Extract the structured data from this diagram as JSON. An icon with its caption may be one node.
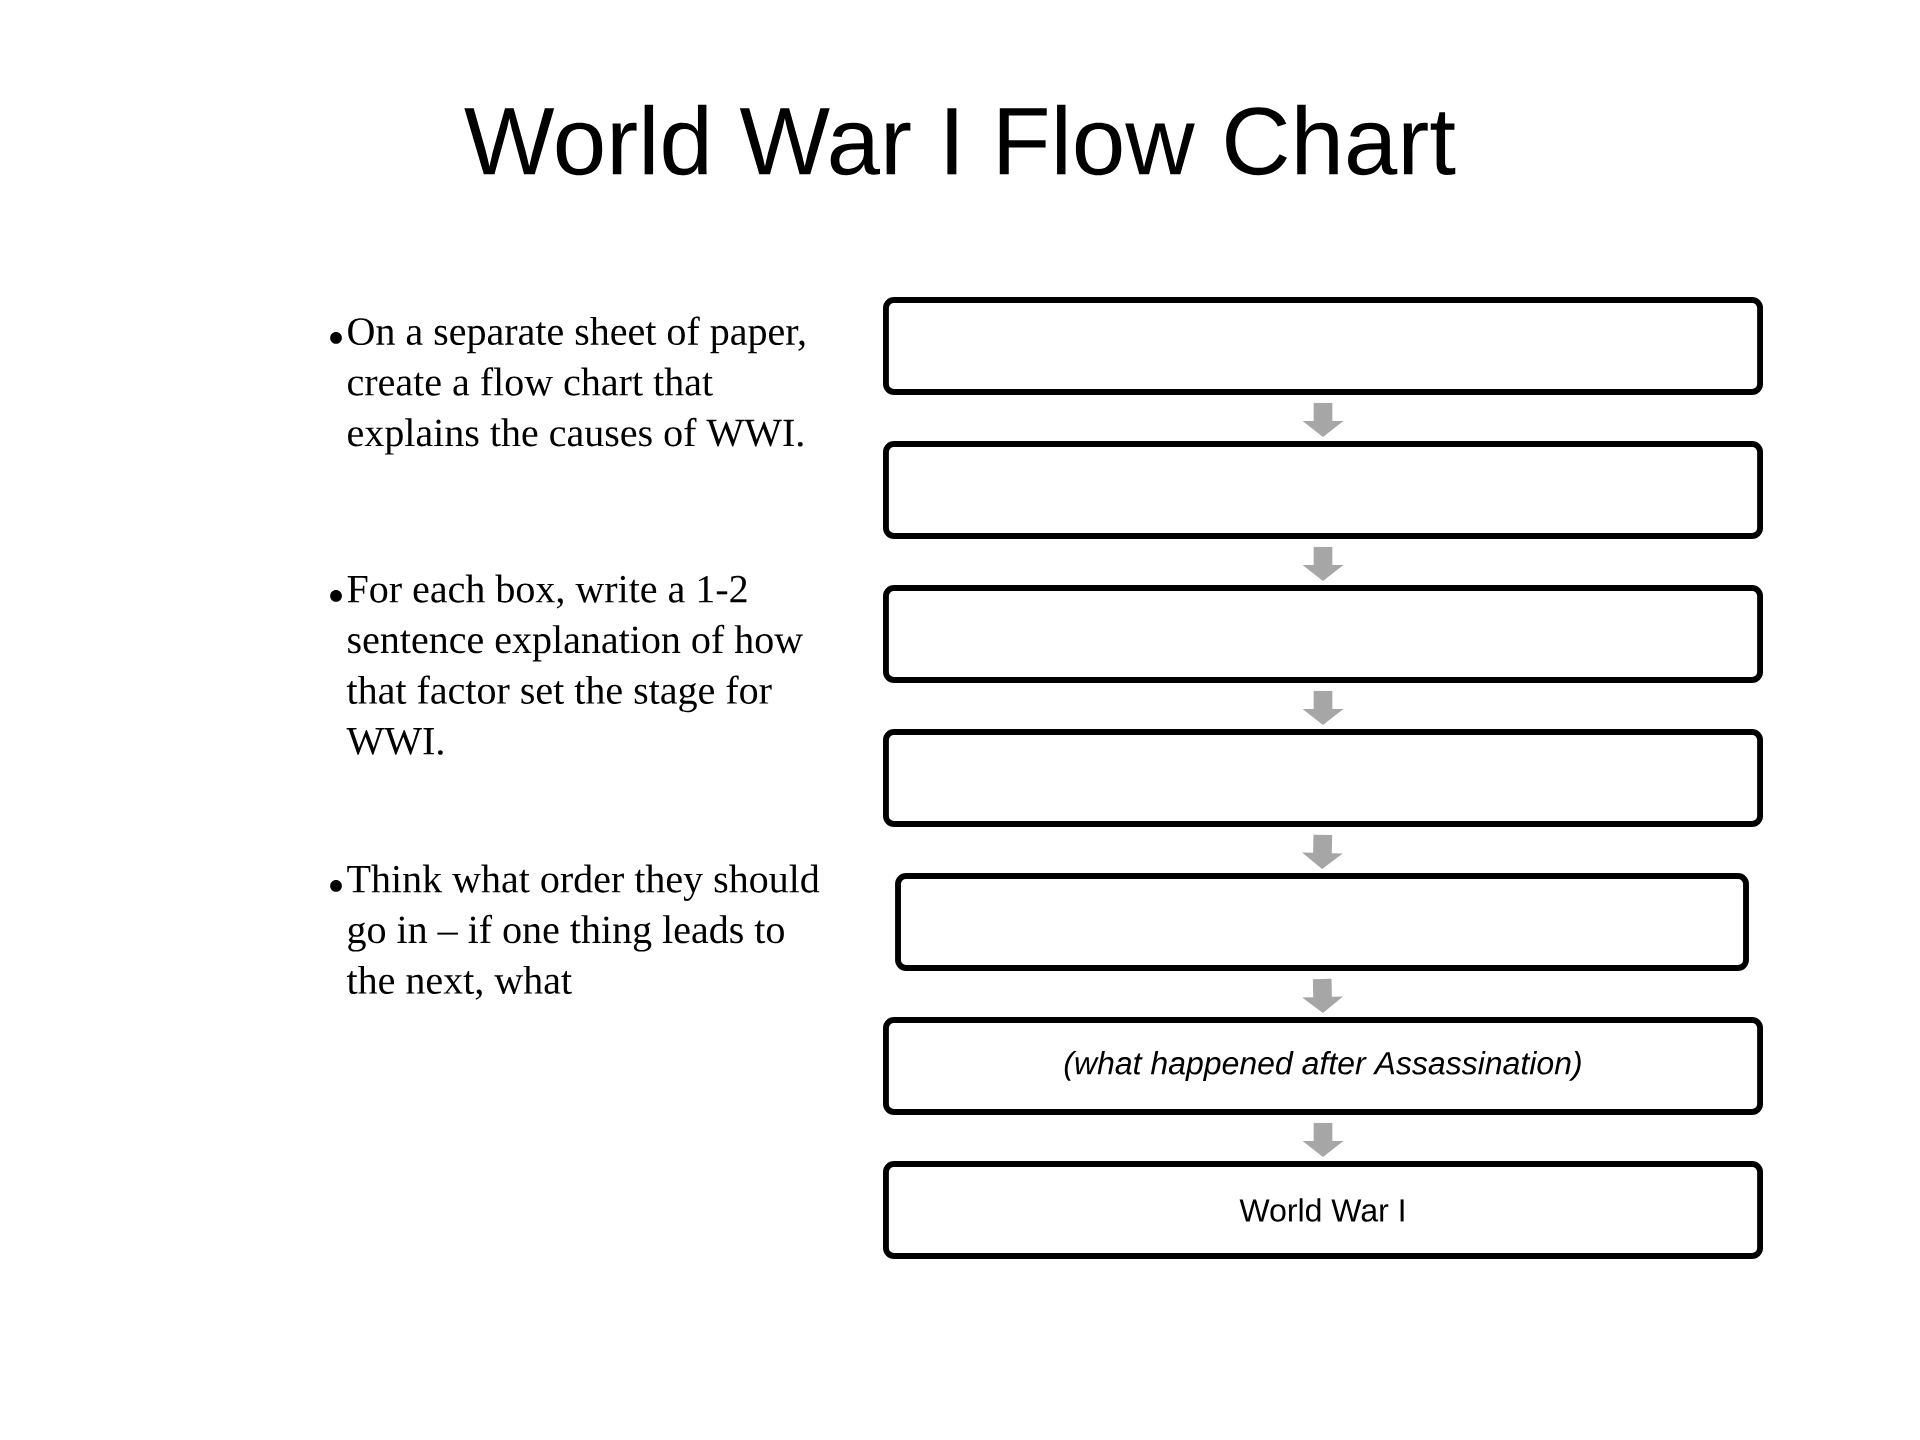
{
  "diagram": {
    "title": "World War I Flow Chart",
    "nodes": [
      {
        "text": [],
        "shape": "box"
      },
      {
        "text": [],
        "shape": "box"
      },
      {
        "text": [],
        "shape": "box"
      },
      {
        "text": [],
        "shape": "box"
      },
      {
        "text": [],
        "shape": "box"
      },
      {
        "text": [
          "*(what happened after Assassination)*"
        ]
      },
      {
        "text": [
          "World War I"
        ]
      }
    ],
    "edges": [
      {
        "from": 0,
        "to": 1,
        "arrow": "to"
      },
      {
        "from": 1,
        "to": 2,
        "arrow": "to"
      },
      {
        "from": 2,
        "to": 3,
        "arrow": "to"
      },
      {
        "from": 3,
        "to": 4,
        "arrow": "to"
      },
      {
        "from": 4,
        "to": 5,
        "arrow": "to"
      },
      {
        "from": 5,
        "to": 6,
        "arrow": "to"
      }
    ],
    "labels": [
      "On a separate sheet of paper, create a flow chart that explains the causes of WWI.",
      "For each box, write a 1-2 sentence explanation of how that factor set the stage for WWI.",
      "Think what order they should go in – if one thing leads to the next, what"
    ]
  }
}
